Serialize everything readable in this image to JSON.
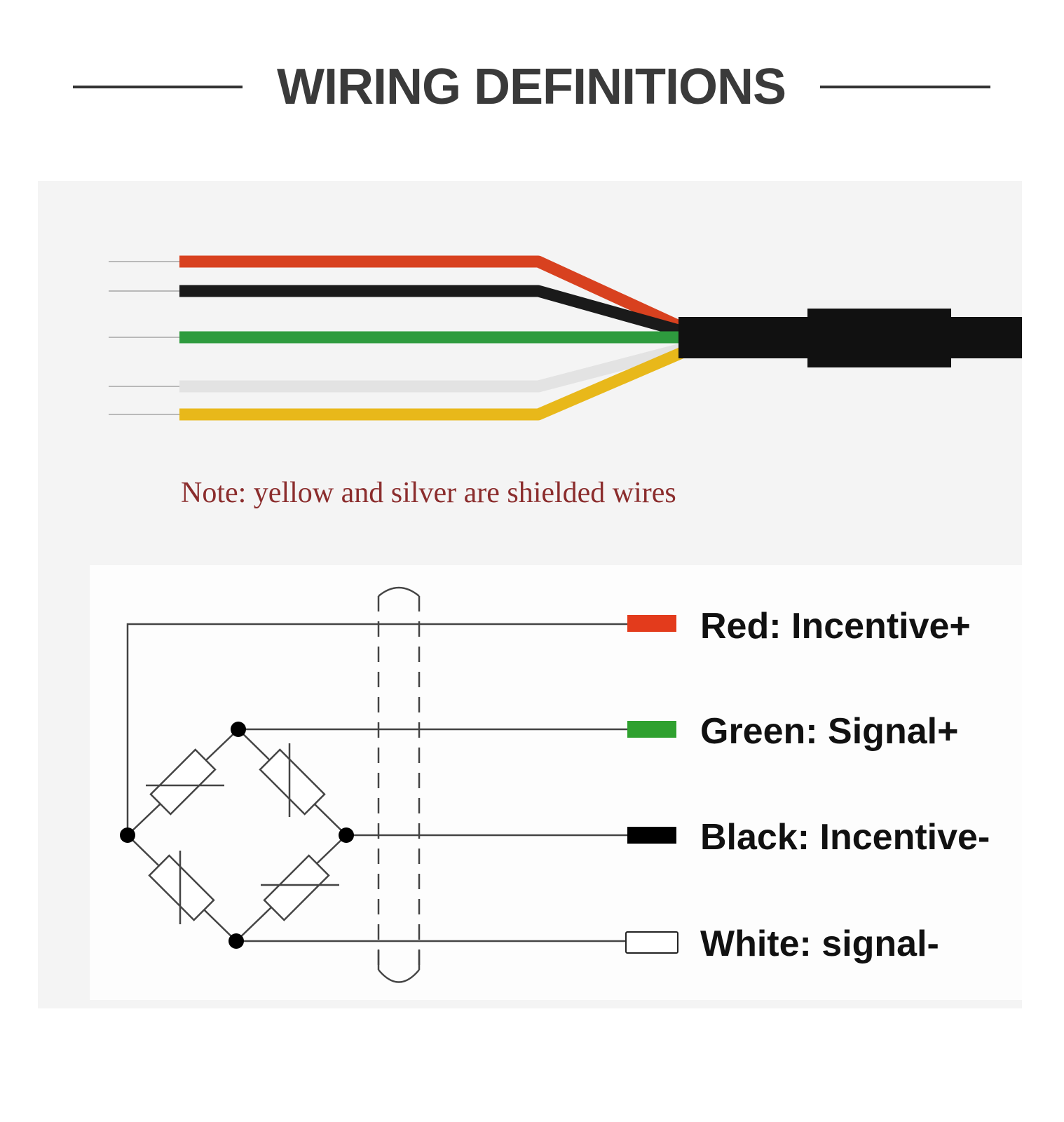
{
  "header": {
    "title": "WIRING DEFINITIONS"
  },
  "cable": {
    "note": "Note: yellow and silver are shielded wires",
    "wires": [
      {
        "name": "red",
        "color": "#d8411f"
      },
      {
        "name": "black",
        "color": "#1a1a1a"
      },
      {
        "name": "green",
        "color": "#2e9b3e"
      },
      {
        "name": "silver",
        "color": "#e3e3e3"
      },
      {
        "name": "yellow",
        "color": "#e8b81a"
      }
    ],
    "jacket_color": "#111111"
  },
  "legend": [
    {
      "label": "Red: Incentive+",
      "color": "#e33b1c"
    },
    {
      "label": "Green: Signal+",
      "color": "#2fa12f"
    },
    {
      "label": "Black: Incentive-",
      "color": "#000000"
    },
    {
      "label": "White: signal-",
      "color": "#ffffff"
    }
  ]
}
